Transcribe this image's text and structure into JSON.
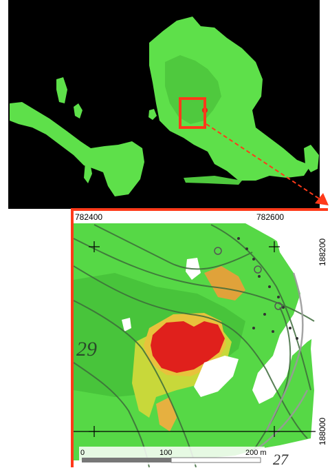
{
  "coordinates": {
    "x_left": "782400",
    "x_right": "782600",
    "y_top": "188200",
    "y_bottom": "188000"
  },
  "scale_bar": {
    "label_0": "0",
    "label_100": "100",
    "label_200": "200 m"
  },
  "map_text": {
    "contour_label": "29",
    "corner_label": "27"
  },
  "colors": {
    "highlight": "#ff3a1a",
    "terrain_green": "#5ee04a",
    "hotspot_red": "#e0201c",
    "background_black": "#000000"
  }
}
